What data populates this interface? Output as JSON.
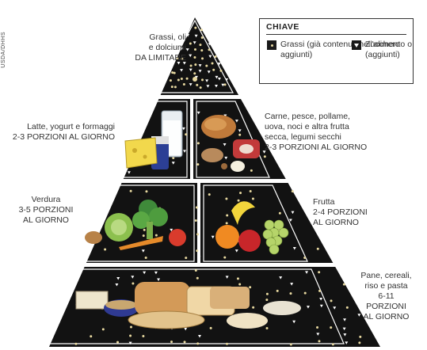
{
  "credit": "USDA/DHHS",
  "key": {
    "title": "CHIAVE",
    "fat_lines": [
      "Grassi",
      "(già contenuti",
      "nell'alimento",
      "o aggiunti)"
    ],
    "sugar_lines": [
      "Zucchero",
      "(aggiunti)"
    ]
  },
  "levels": {
    "top": {
      "lines": [
        "Grassi, oli",
        "e dolciumi",
        "DA LIMITARE"
      ]
    },
    "dairy": {
      "lines": [
        "Latte, yogurt e formaggi",
        "2-3 PORZIONI AL GIORNO"
      ]
    },
    "protein": {
      "lines": [
        "Carne, pesce, pollame,",
        "uova, noci e altra frutta",
        "secca, legumi secchi",
        "2-3 PORZIONI AL GIORNO"
      ]
    },
    "vegetables": {
      "lines": [
        "Verdura",
        "3-5 PORZIONI",
        "AL GIORNO"
      ]
    },
    "fruit": {
      "lines": [
        "Frutta",
        "2-4 PORZIONI",
        "AL GIORNO"
      ]
    },
    "grains": {
      "lines": [
        "Pane, cereali,",
        "riso e pasta",
        "6-11",
        "PORZIONI",
        "AL GIORNO"
      ]
    }
  },
  "colors": {
    "pyramid": "#121212",
    "fat_dot": "#e8d9a0",
    "sugar_mark": "#ffffff",
    "outline": "#ffffff"
  },
  "icons": {
    "top": "fats-sweets-icon",
    "dairy": "dairy-foods-icon",
    "protein": "meat-fish-eggs-icon",
    "vegetables": "vegetables-icon",
    "fruit": "fruit-icon",
    "grains": "bread-grains-icon"
  }
}
